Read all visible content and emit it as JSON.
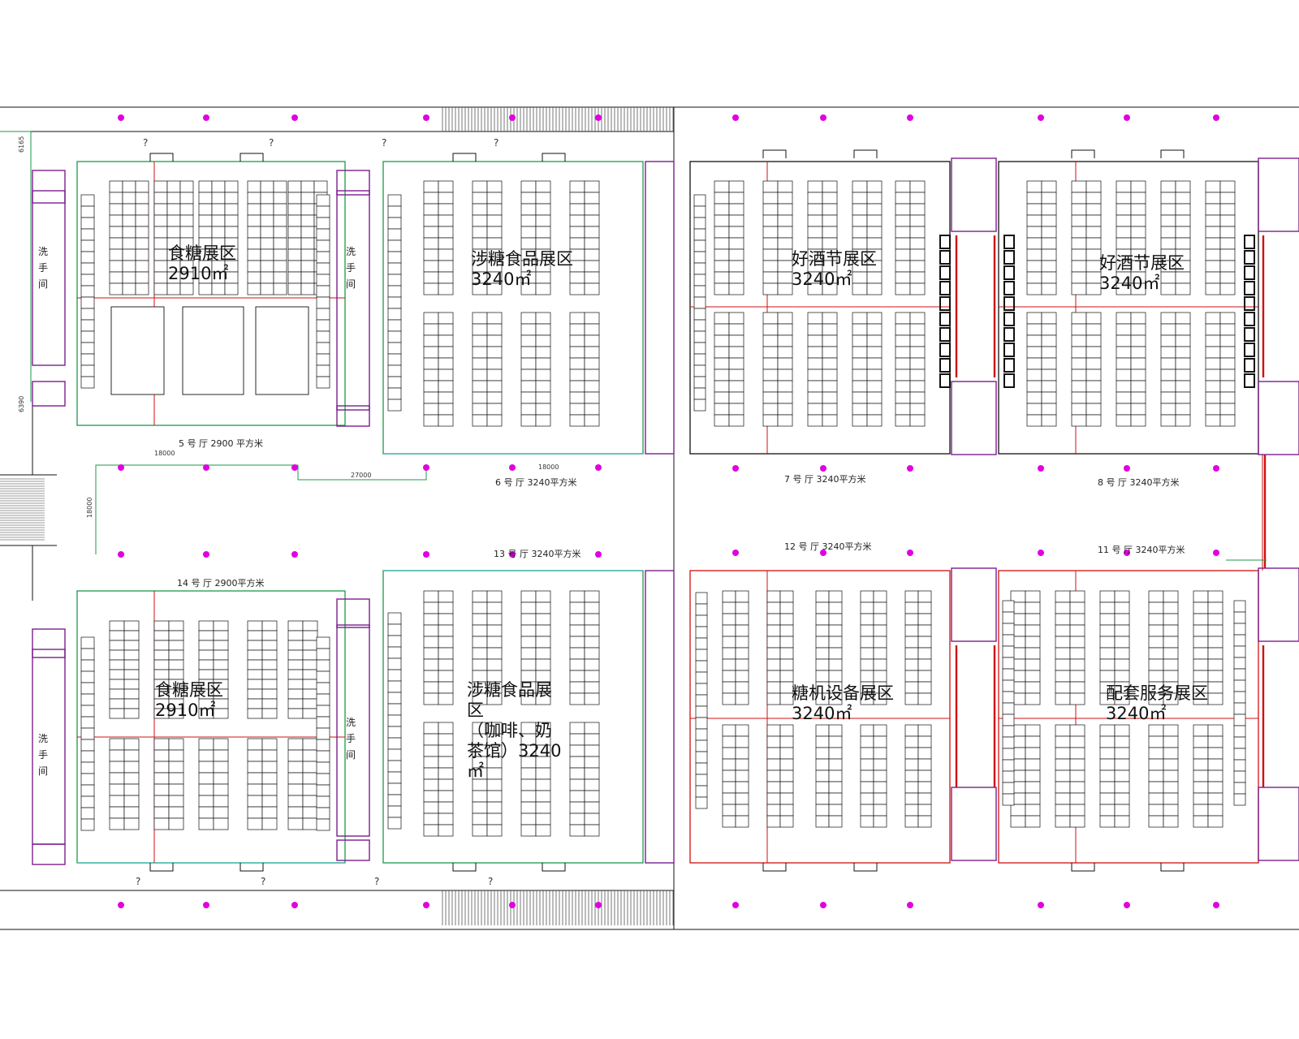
{
  "zones": [
    {
      "name": "食糖展区",
      "area": "2910㎡"
    },
    {
      "name": "涉糖食品展区",
      "area": "3240㎡"
    },
    {
      "name": "好酒节展区",
      "area": "3240㎡"
    },
    {
      "name": "好酒节展区",
      "area": "3240㎡"
    },
    {
      "name": "食糖展区",
      "area": "2910㎡"
    },
    {
      "name": "涉糖食品展区",
      "area": "（咖啡、奶茶馆）3240㎡"
    },
    {
      "name": "糖机设备展区",
      "area": "3240㎡"
    },
    {
      "name": "配套服务展区",
      "area": "3240㎡"
    }
  ],
  "halls": [
    "5 号 厅  2900 平方米",
    "6 号 厅  3240平方米",
    "7 号 厅  3240平方米",
    "8 号 厅  3240平方米",
    "14 号 厅  2900平方米",
    "13 号 厅  3240平方米",
    "12 号 厅  3240平方米",
    "11 号 厅  3240平方米"
  ],
  "washrooms": [
    "洗手间",
    "洗手间",
    "洗手间",
    "洗手间"
  ],
  "dimensions": [
    "6165",
    "6390",
    "18000",
    "27000",
    "18000",
    "18000"
  ],
  "unknown_marks": [
    "?",
    "?",
    "?",
    "?",
    "?",
    "?",
    "?",
    "?"
  ],
  "colors": {
    "wall": "#111111",
    "boundary": "#d01010",
    "core": "#7a1f8c",
    "outline": "#1a9a4a",
    "teal": "#1aa8a8",
    "column": "#e000e0"
  }
}
